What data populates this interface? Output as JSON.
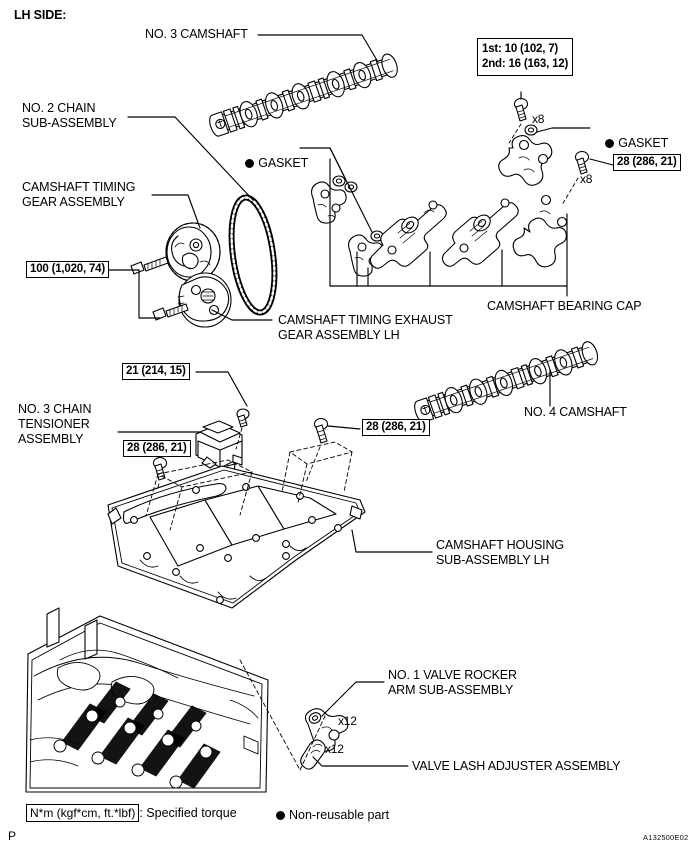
{
  "document": {
    "heading": "LH SIDE:",
    "figure_code": "A132500E02",
    "page_mark": "P"
  },
  "legend": {
    "torque_box_text": "N*m (kgf*cm, ft.*lbf)",
    "torque_meaning": ": Specified torque",
    "nonreusable_text": "Non-reusable part"
  },
  "part_labels": {
    "no3_camshaft": "NO. 3 CAMSHAFT",
    "no2_chain_sub_assembly_l1": "NO. 2 CHAIN",
    "no2_chain_sub_assembly_l2": "SUB-ASSEMBLY",
    "camshaft_timing_gear_l1": "CAMSHAFT TIMING",
    "camshaft_timing_gear_l2": "GEAR ASSEMBLY",
    "gasket_left": "GASKET",
    "gasket_right": "GASKET",
    "camshaft_timing_exhaust_l1": "CAMSHAFT TIMING EXHAUST",
    "camshaft_timing_exhaust_l2": "GEAR ASSEMBLY LH",
    "camshaft_bearing_cap": "CAMSHAFT BEARING CAP",
    "no4_camshaft": "NO. 4 CAMSHAFT",
    "no3_chain_tensioner_l1": "NO. 3 CHAIN",
    "no3_chain_tensioner_l2": "TENSIONER",
    "no3_chain_tensioner_l3": "ASSEMBLY",
    "camshaft_housing_l1": "CAMSHAFT HOUSING",
    "camshaft_housing_l2": "SUB-ASSEMBLY LH",
    "no1_valve_rocker_l1": "NO. 1 VALVE ROCKER",
    "no1_valve_rocker_l2": "ARM SUB-ASSEMBLY",
    "valve_lash_adjuster": "VALVE LASH ADJUSTER ASSEMBLY"
  },
  "torque_specs": {
    "bearing_cap_stage1": "1st: 10 (102, 7)",
    "bearing_cap_stage2": "2nd: 16 (163, 12)",
    "bearing_cap_bolt": "28 (286, 21)",
    "timing_gear_bolt": "100 (1,020, 74)",
    "tensioner_stud": "21 (214, 15)",
    "tensioner_bolt": "28 (286, 21)",
    "housing_bolt": "28 (286, 21)"
  },
  "quantities": {
    "bearing_cap_bolt_qty": "x8",
    "bearing_cap_bolt_qty2": "x8",
    "rocker_arm_qty": "x12",
    "lash_adjuster_qty": "x12"
  }
}
